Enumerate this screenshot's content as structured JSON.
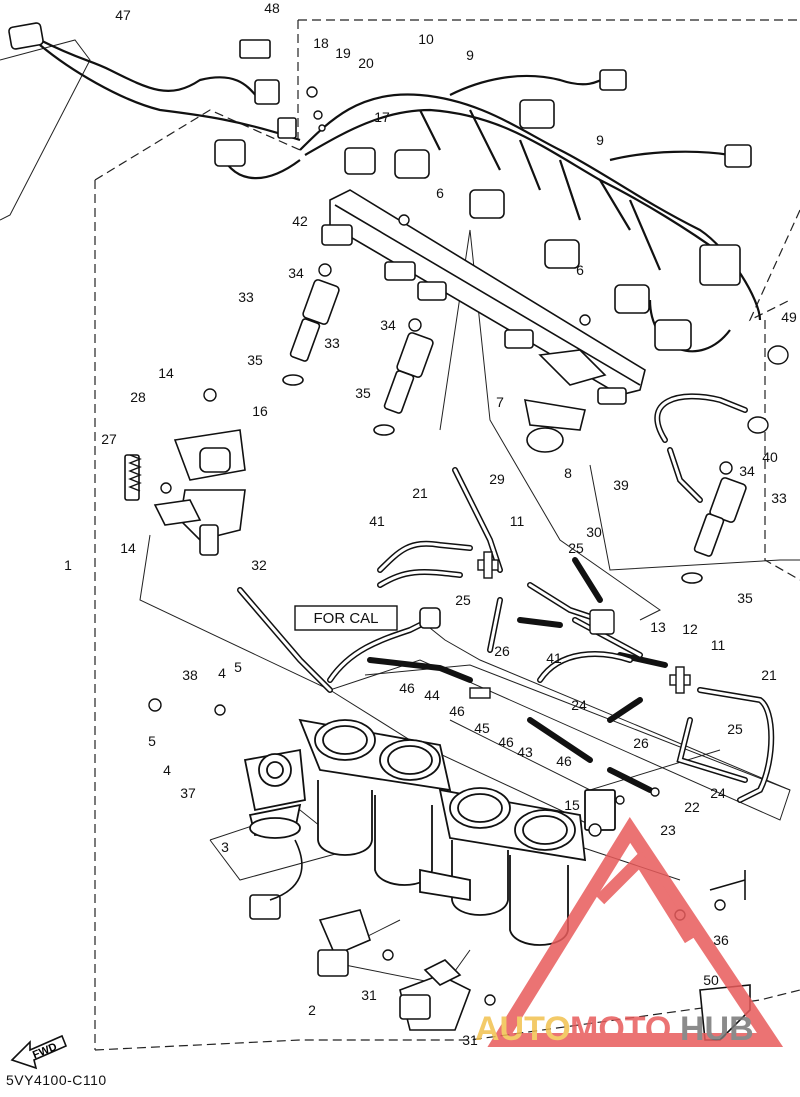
{
  "diagram": {
    "callouts": [
      "1",
      "2",
      "3",
      "4",
      "5",
      "6",
      "7",
      "8",
      "9",
      "10",
      "11",
      "12",
      "13",
      "14",
      "15",
      "16",
      "17",
      "18",
      "19",
      "20",
      "21",
      "22",
      "23",
      "24",
      "25",
      "26",
      "27",
      "28",
      "29",
      "30",
      "31",
      "32",
      "33",
      "34",
      "35",
      "36",
      "37",
      "38",
      "39",
      "40",
      "41",
      "42",
      "43",
      "44",
      "45",
      "46",
      "47",
      "48",
      "49",
      "50"
    ],
    "for_cal_label": "FOR CAL",
    "fwd_label": "FWD",
    "drawing_code": "5VY4100-C110"
  },
  "watermark": {
    "text_auto": "AUTO",
    "text_moto": "MOTO",
    "text_hub": "HUB",
    "color_logo": "#e85b5b",
    "color_auto": "#f2c14e",
    "color_hub": "#777777"
  }
}
